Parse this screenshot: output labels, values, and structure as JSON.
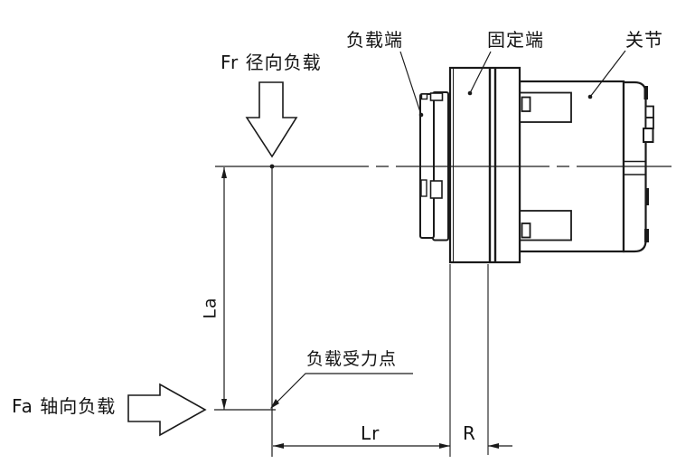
{
  "diagram": {
    "title_context": "joint load and dimension diagram",
    "labels": {
      "radial_load": "Fr 径向负载",
      "axial_load": "Fa 轴向负载",
      "load_end": "负载端",
      "fixed_end": "固定端",
      "joint": "关节",
      "load_point": "负载受力点",
      "dim_la": "La",
      "dim_lr": "Lr",
      "dim_r": "R"
    },
    "colors": {
      "line": "#1a1a1a",
      "background": "#ffffff"
    }
  }
}
